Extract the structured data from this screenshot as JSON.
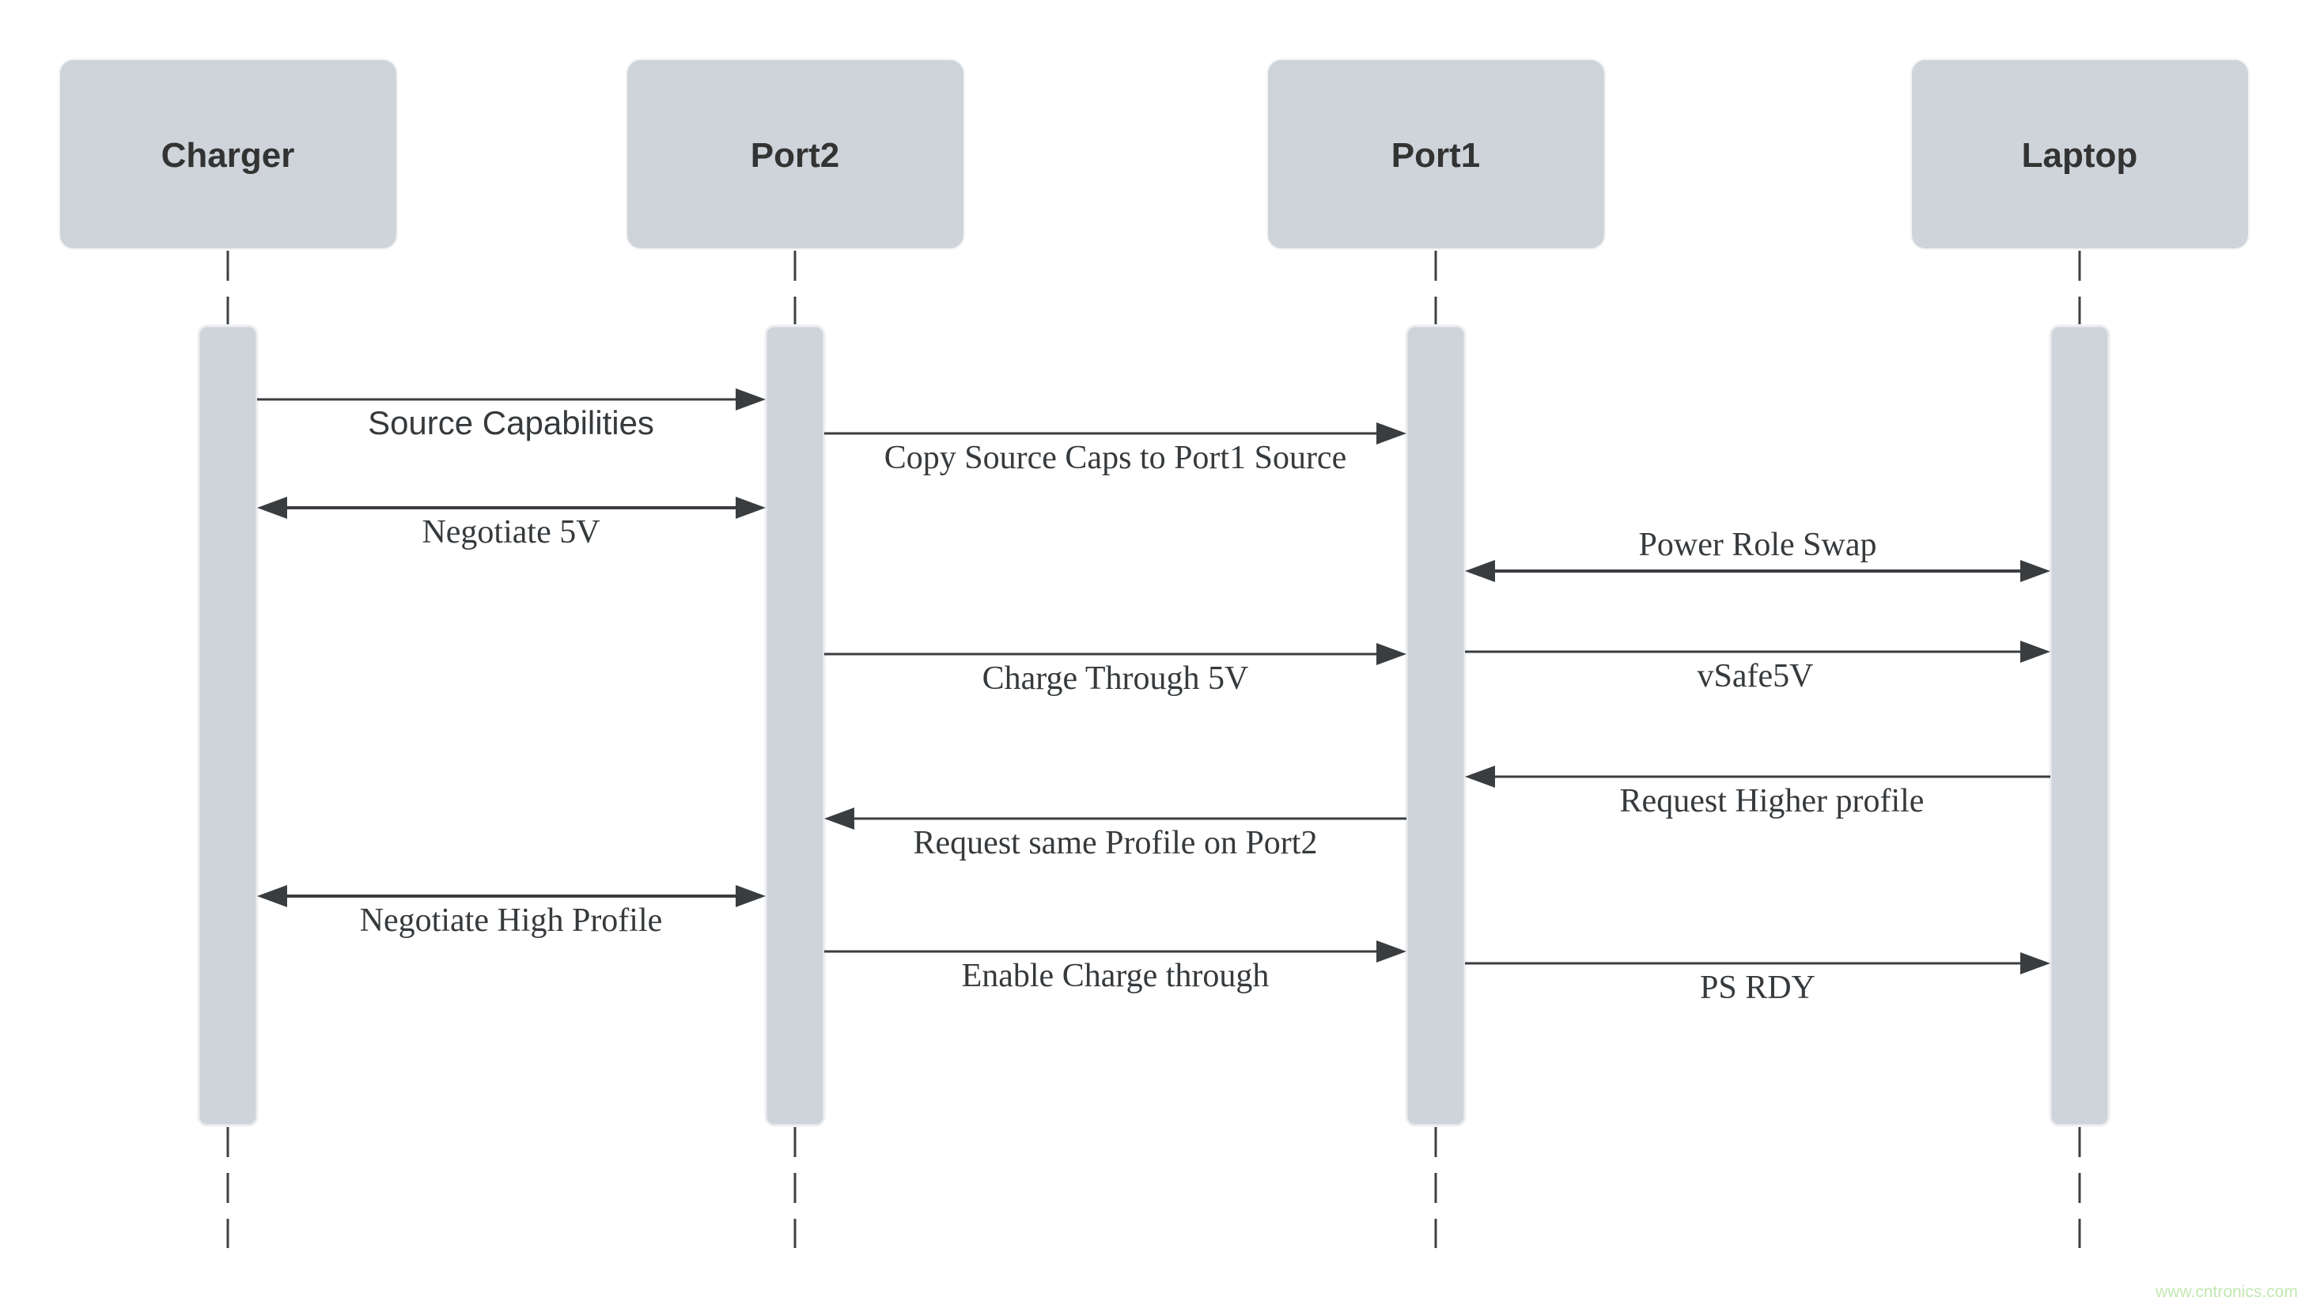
{
  "diagram_type": "uml-sequence",
  "actors": [
    {
      "name": "Charger"
    },
    {
      "name": "Port2"
    },
    {
      "name": "Port1"
    },
    {
      "name": "Laptop"
    }
  ],
  "messages": [
    {
      "label": "Source Capabilities",
      "from": "Charger",
      "to": "Port2",
      "arrow": "right",
      "label_position": "below"
    },
    {
      "label": "Copy Source Caps to Port1 Source",
      "from": "Port2",
      "to": "Port1",
      "arrow": "right",
      "label_position": "below"
    },
    {
      "label": "Negotiate 5V",
      "from": "Charger",
      "to": "Port2",
      "arrow": "both",
      "label_position": "below"
    },
    {
      "label": "Power Role Swap",
      "from": "Port1",
      "to": "Laptop",
      "arrow": "both",
      "label_position": "above"
    },
    {
      "label": "Charge Through 5V",
      "from": "Port2",
      "to": "Port1",
      "arrow": "right",
      "label_position": "below"
    },
    {
      "label": "vSafe5V",
      "from": "Port1",
      "to": "Laptop",
      "arrow": "right",
      "label_position": "below"
    },
    {
      "label": "Request Higher profile",
      "from": "Laptop",
      "to": "Port1",
      "arrow": "left",
      "label_position": "below"
    },
    {
      "label": "Request same Profile on Port2",
      "from": "Port1",
      "to": "Port2",
      "arrow": "left",
      "label_position": "below"
    },
    {
      "label": "Negotiate High Profile",
      "from": "Charger",
      "to": "Port2",
      "arrow": "both",
      "label_position": "below"
    },
    {
      "label": "Enable Charge through",
      "from": "Port2",
      "to": "Port1",
      "arrow": "right",
      "label_position": "below"
    },
    {
      "label": "PS RDY",
      "from": "Port1",
      "to": "Laptop",
      "arrow": "right",
      "label_position": "below"
    }
  ],
  "watermark": {
    "text": "www.cntronics.com"
  },
  "colors": {
    "actor_fill": "#ced4da",
    "activation_fill": "#ced4da",
    "line": "#3a3d40",
    "text": "#333333",
    "watermark": "#c2e8b1",
    "background": "#ffffff"
  }
}
